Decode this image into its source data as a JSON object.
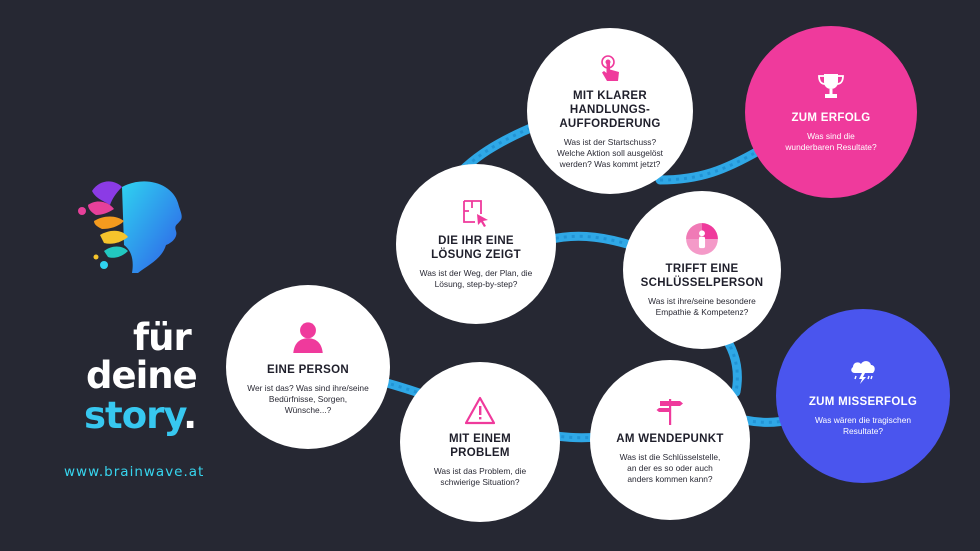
{
  "steps": {
    "person": {
      "title": "EINE PERSON",
      "desc": "Wer ist das? Was sind ihre/seine Bedürfnisse, Sorgen, Wünsche...?",
      "icon": "person-icon"
    },
    "problem": {
      "title": "MIT EINEM PROBLEM",
      "desc": "Was ist das Problem, die schwierige Situation?",
      "icon": "warning-icon"
    },
    "solution": {
      "title": "DIE IHR EINE LÖSUNG ZEIGT",
      "desc": "Was ist der Weg, der Plan, die Lösung, step-by-step?",
      "icon": "floorplan-cursor-icon"
    },
    "keyperson": {
      "title": "TRIFFT EINE SCHLÜSSELPERSON",
      "desc": "Was ist ihre/seine besondere Empathie & Kompetenz?",
      "icon": "person-target-icon"
    },
    "cta": {
      "title": "MIT KLARER HANDLUNGS-AUFFORDERUNG",
      "desc": "Was ist der Startschuss? Welche Aktion soll ausgelöst werden? Was kommt jetzt?",
      "icon": "tap-finger-icon"
    },
    "turningpoint": {
      "title": "AM WENDEPUNKT",
      "desc": "Was ist die Schlüsselstelle, an der es so oder auch anders kommen kann?",
      "icon": "signpost-icon"
    },
    "success": {
      "title": "ZUM ERFOLG",
      "desc": "Was sind die wunderbaren Resultate?",
      "icon": "trophy-icon"
    },
    "failure": {
      "title": "ZUM MISSERFOLG",
      "desc": "Was wären die tragischen Resultate?",
      "icon": "storm-cloud-icon"
    }
  },
  "brand": {
    "line1": "für",
    "line2": "deine",
    "line3": "story",
    "dot": ".",
    "url": "www.brainwave.at"
  },
  "colors": {
    "background": "#262833",
    "connector": "#2fa8e6",
    "pink": "#ef3a9c",
    "blue": "#4a55ee",
    "cyan": "#37d5ee"
  }
}
